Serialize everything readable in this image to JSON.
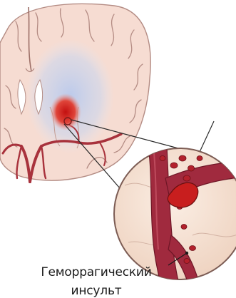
{
  "caption": {
    "line1": "Геморрагический",
    "line2": "инсульт"
  },
  "colors": {
    "brain": "#f6dcd2",
    "brain_outline": "#b48c84",
    "ventricle": "#ffffff",
    "vessel": "#a8323c",
    "bleed": "#d21e1e",
    "halo": "#c8d6f0"
  },
  "icons": [
    "brain-section",
    "magnified-vessel",
    "blood-clot"
  ]
}
